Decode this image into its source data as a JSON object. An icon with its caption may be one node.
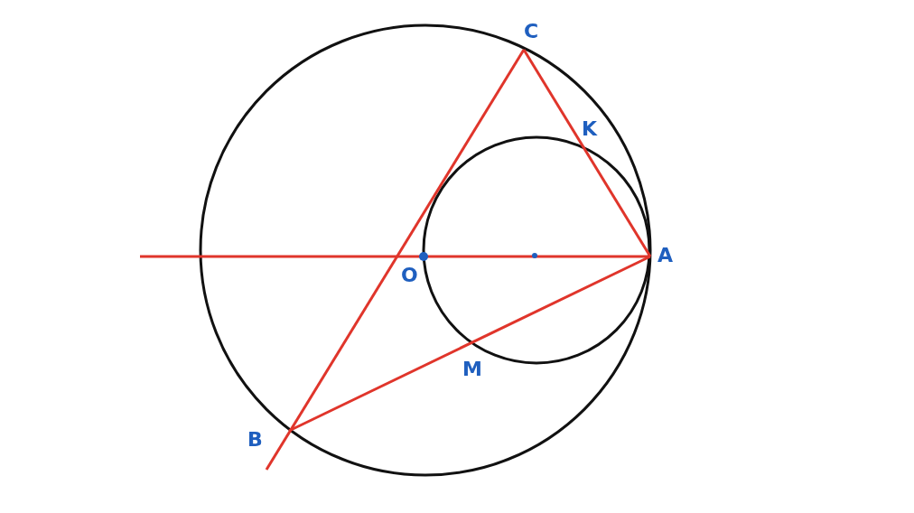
{
  "diagram": {
    "labels": [
      "C",
      "K",
      "O",
      "A",
      "M",
      "B"
    ]
  }
}
